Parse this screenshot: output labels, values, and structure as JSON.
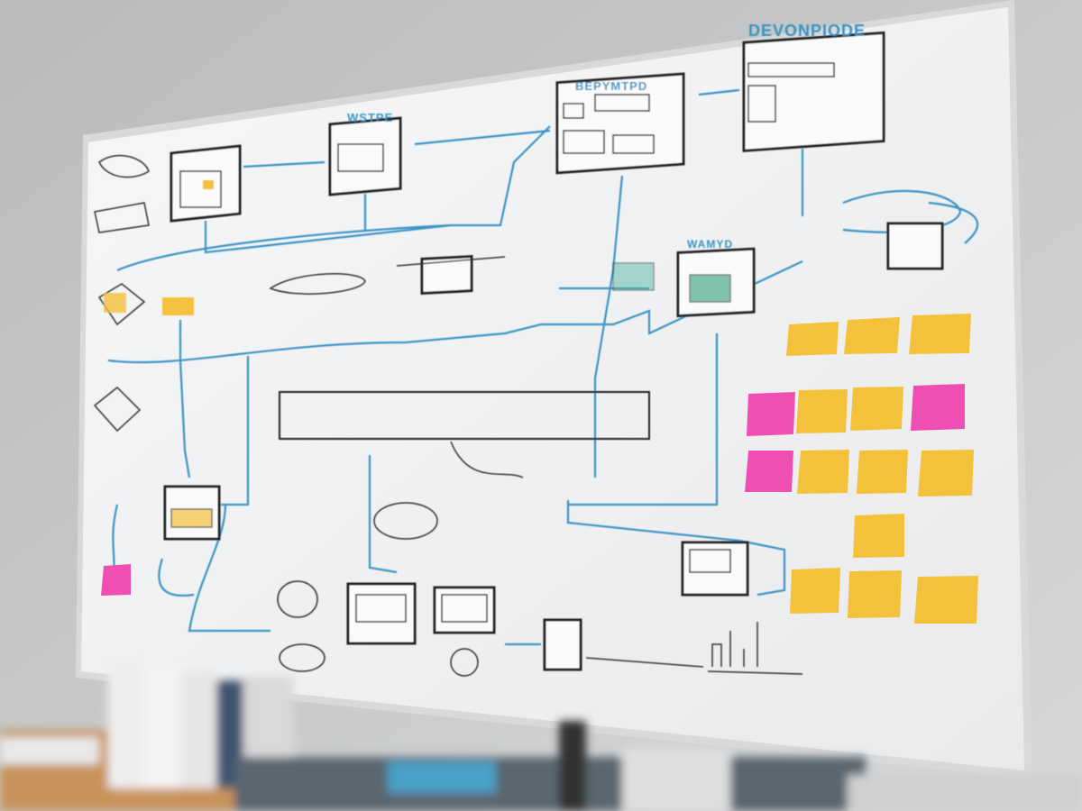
{
  "scene": {
    "subject": "whiteboard",
    "labels": [
      "DEVONPIODE",
      "BEPYMTPD",
      "WSTPE",
      "WAMYD"
    ],
    "colors": {
      "wall": "#c9cbcc",
      "board": "#f2f3f4",
      "marker_blue": "#3a93c4",
      "marker_black": "#222222",
      "sticky_yellow": "#f3c13a",
      "sticky_pink": "#ef4fb2",
      "accent_green": "#2e9e7a"
    },
    "sticky_notes": {
      "yellow_count": 13,
      "pink_count": 4
    }
  }
}
